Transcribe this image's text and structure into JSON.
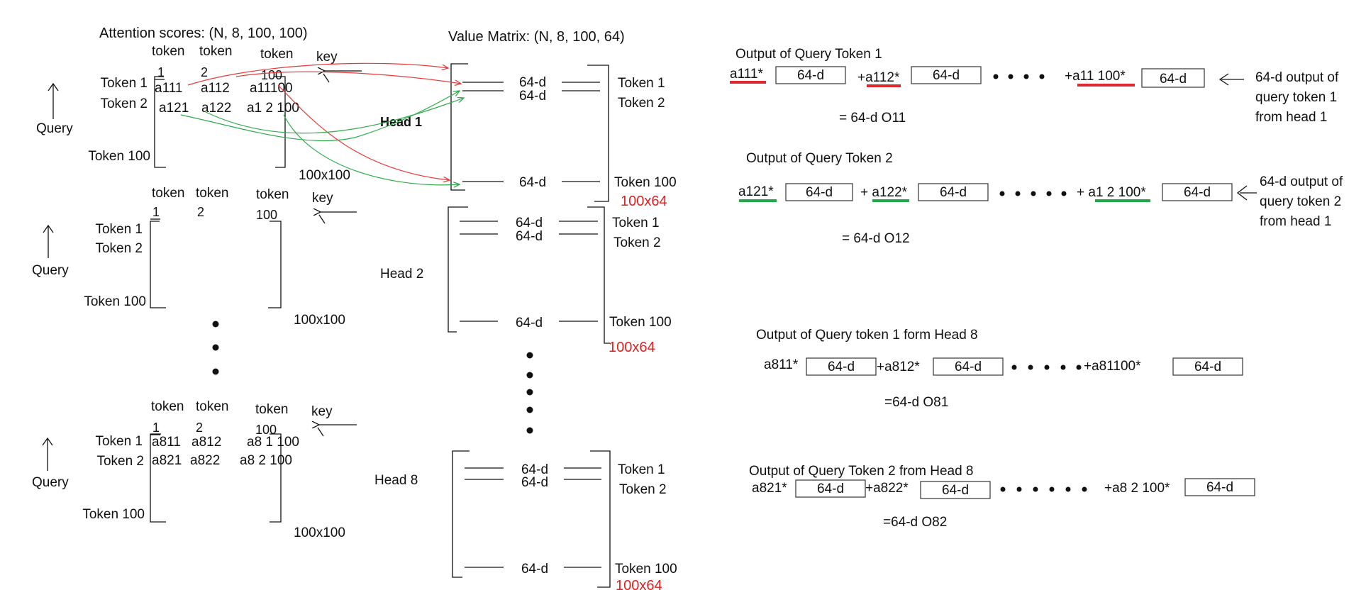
{
  "left": {
    "title": "Attention scores: (N, 8, 100, 100)",
    "word_token": "token",
    "word_key": "key",
    "query_label": "Query",
    "col1": "1",
    "col2": "2",
    "col100": "100",
    "row_token1": "Token 1",
    "row_token2": "Token 2",
    "row_token100": "Token 100",
    "size_label": "100x100",
    "m1": {
      "a111": "a111",
      "a112": "a112",
      "a11100": "a11100",
      "a121": "a121",
      "a122": "a122",
      "a12100": "a1 2 100"
    },
    "m8": {
      "a811": "a811",
      "a812": "a812",
      "a81100": "a8 1 100",
      "a821": "a821",
      "a822": "a822",
      "a82100": "a8 2 100"
    }
  },
  "middle": {
    "title": "Value Matrix: (N, 8, 100, 64)",
    "head1": "Head 1",
    "head2": "Head 2",
    "head8": "Head 8",
    "vec": "64-d",
    "token1": "Token 1",
    "token2": "Token 2",
    "token100": "Token 100",
    "size_label": "100x64"
  },
  "right": {
    "vec": "64-d",
    "s1": {
      "title": "Output of Query Token 1",
      "a1": "a111*",
      "a2": "+a112*",
      "a3": "+a11 100*",
      "result": "= 64-d O11",
      "note": [
        "64-d output of",
        "query token 1",
        "from head 1"
      ]
    },
    "s2": {
      "title": "Output of Query Token 2",
      "a1": "a121*",
      "a2": "+ a122*",
      "a3": "+ a1 2 100*",
      "result": "= 64-d O12",
      "note": [
        "64-d output of",
        "query token 2",
        "from head 1"
      ]
    },
    "s3": {
      "title": "Output of Query token 1 form Head 8",
      "a1": "a811*",
      "a2": "+a812*",
      "a3": "+a81100*",
      "result": "=64-d O81"
    },
    "s4": {
      "title": "Output of Query Token 2 from Head 8",
      "a1": "a821*",
      "a2": "+a822*",
      "a3": "+a8 2 100*",
      "result": "=64-d O82"
    }
  },
  "colors": {
    "ink": "#111111",
    "red_arrow": "#e83a3a",
    "green_arrow": "#2faa4a",
    "red_underline": "#e0262e",
    "green_underline": "#22a84a",
    "size_label": "#e02020"
  }
}
